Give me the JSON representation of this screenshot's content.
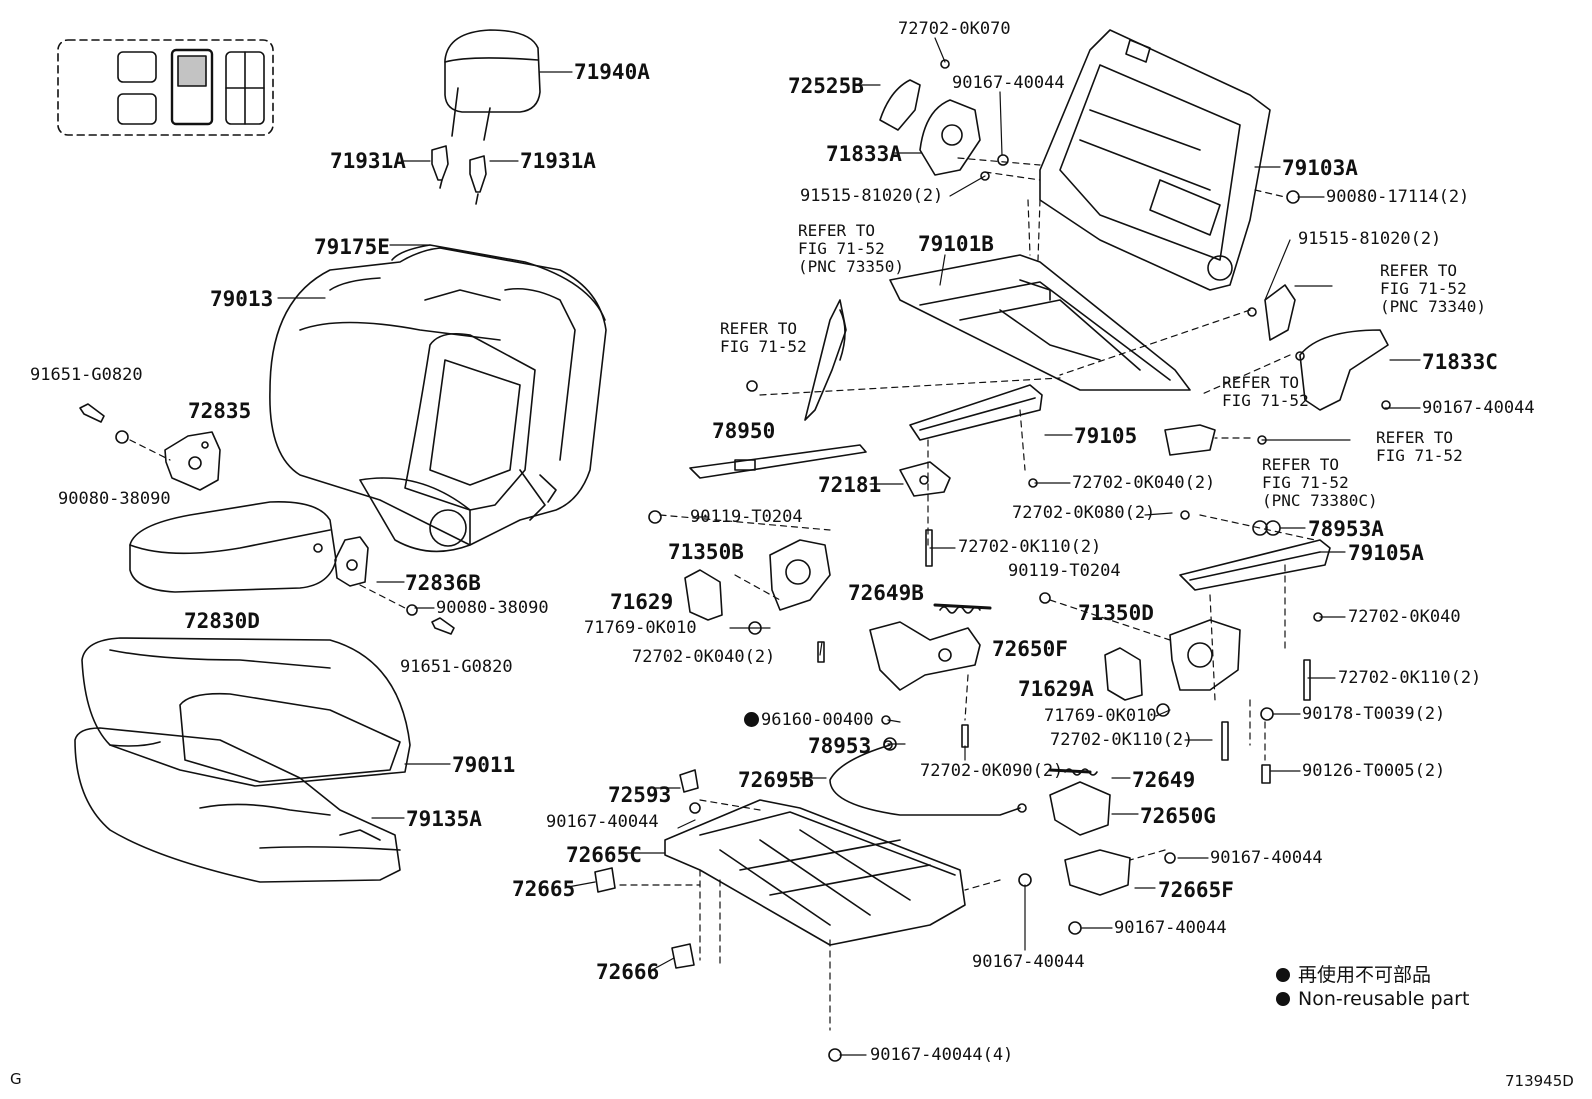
{
  "parts": {
    "p71940A": "71940A",
    "p71931A_l": "71931A",
    "p71931A_r": "71931A",
    "p79175E": "79175E",
    "p79013": "79013",
    "p91651_G0820_a": "91651-G0820",
    "p72835": "72835",
    "p90080_38090_a": "90080-38090",
    "p72836B": "72836B",
    "p90080_38090_b": "90080-38090",
    "p72830D": "72830D",
    "p91651_G0820_b": "91651-G0820",
    "p79011": "79011",
    "p79135A": "79135A",
    "p72702_0K070": "72702-0K070",
    "p72525B": "72525B",
    "p90167_40044_a": "90167-40044",
    "p71833A": "71833A",
    "p91515_81020_a": "91515-81020(2)",
    "p79103A": "79103A",
    "p90080_17114": "90080-17114(2)",
    "p79101B": "79101B",
    "p91515_81020_b": "91515-81020(2)",
    "p71833C": "71833C",
    "p90167_40044_b": "90167-40044",
    "p78950": "78950",
    "p79105": "79105",
    "p72181": "72181",
    "p72702_0K040_a": "72702-0K040(2)",
    "p72702_0K080": "72702-0K080(2)",
    "p78953A": "78953A",
    "p79105A": "79105A",
    "p90119_T0204_a": "90119-T0204",
    "p71350B": "71350B",
    "p72702_0K110_a": "72702-0K110(2)",
    "p90119_T0204_b": "90119-T0204",
    "p71629": "71629",
    "p71769_0K010_a": "71769-0K010",
    "p72702_0K040_b": "72702-0K040(2)",
    "p72649B": "72649B",
    "p71350D": "71350D",
    "p72702_0K040_c": "72702-0K040",
    "p72650F": "72650F",
    "p71629A": "71629A",
    "p71769_0K010_b": "71769-0K010",
    "p72702_0K110_b": "72702-0K110(2)",
    "p72702_0K110_c": "72702-0K110(2)",
    "p90178_T0039": "90178-T0039(2)",
    "p96160_00400": "96160-00400",
    "p78953": "78953",
    "p72702_0K090": "72702-0K090(2)",
    "p90126_T0005": "90126-T0005(2)",
    "p72695B": "72695B",
    "p72649": "72649",
    "p72593": "72593",
    "p90167_40044_c": "90167-40044",
    "p72650G": "72650G",
    "p72665C": "72665C",
    "p90167_40044_d": "90167-40044",
    "p72665F": "72665F",
    "p72665": "72665",
    "p90167_40044_e": "90167-40044",
    "p72666": "72666",
    "p90167_40044_f": "90167-40044",
    "p90167_40044_g": "90167-40044(4)"
  },
  "refs": {
    "r1": [
      "REFER TO",
      "FIG 71-52",
      "(PNC 73350)"
    ],
    "r2": [
      "REFER TO",
      "FIG 71-52"
    ],
    "r3": [
      "REFER TO",
      "FIG 71-52",
      "(PNC 73340)"
    ],
    "r4": [
      "REFER TO",
      "FIG 71-52"
    ],
    "r5": [
      "REFER TO",
      "FIG 71-52"
    ],
    "r6": [
      "REFER TO",
      "FIG 71-52",
      "(PNC 73380C)"
    ]
  },
  "legend": {
    "japanese": "再使用不可部品",
    "english": "Non-reusable part"
  },
  "corner_left": "G",
  "corner_right": "713945D"
}
